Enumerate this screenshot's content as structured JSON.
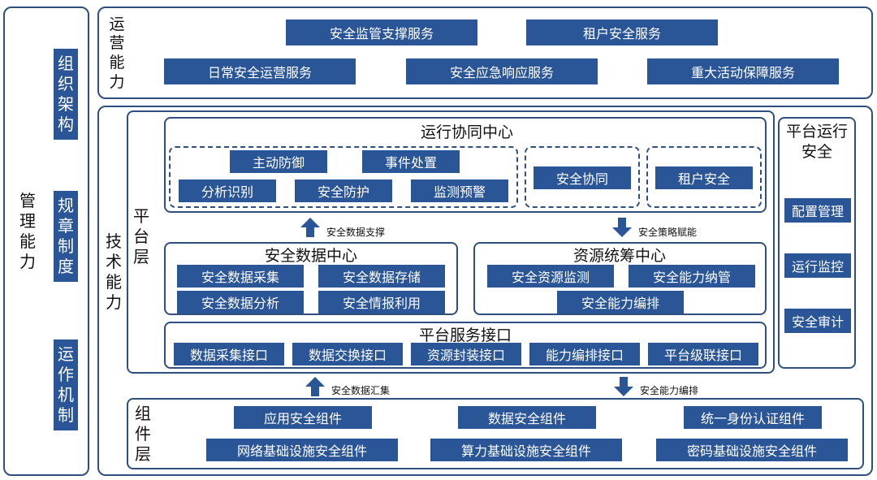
{
  "left_column": {
    "title": "管\n理\n能\n力",
    "org_label": "组\n织\n架\n构",
    "rules_label": "规\n章\n制\n度",
    "ops_label": "运\n作\n机\n制"
  },
  "ops": {
    "title": "运\n营\n能\n力",
    "services": [
      "安全监管支撑服务",
      "租户安全服务",
      "日常安全运营服务",
      "安全应急响应服务",
      "重大活动保障服务"
    ]
  },
  "tech": {
    "title": "技\n术\n能\n力",
    "platform_label": "平\n台\n层",
    "component_label": "组\n件\n层"
  },
  "coordination": {
    "title": "运行协同中心",
    "group_a": [
      "主动防御",
      "事件处置",
      "分析识别",
      "安全防护",
      "监测预警"
    ],
    "group_b": "安全协同",
    "group_c": "租户安全"
  },
  "arrows": {
    "data_support": "安全数据支撑",
    "strategy_enable": "安全策略赋能",
    "data_collect": "安全数据汇集",
    "capability_orchestrate": "安全能力编排"
  },
  "data_center": {
    "title": "安全数据中心",
    "items": [
      "安全数据采集",
      "安全数据存储",
      "安全数据分析",
      "安全情报利用"
    ]
  },
  "resource_center": {
    "title": "资源统筹中心",
    "items": [
      "安全资源监测",
      "安全能力纳管",
      "安全能力编排"
    ]
  },
  "interfaces": {
    "title": "平台服务接口",
    "items": [
      "数据采集接口",
      "数据交换接口",
      "资源封装接口",
      "能力编排接口",
      "平台级联接口"
    ]
  },
  "platform_security": {
    "title": "平台运行\n安全",
    "items": [
      "配置管理",
      "运行监控",
      "安全审计"
    ]
  },
  "components": {
    "items": [
      "应用安全组件",
      "数据安全组件",
      "统一身份认证组件",
      "网络基础设施安全组件",
      "算力基础设施安全组件",
      "密码基础设施安全组件"
    ]
  },
  "colors": {
    "box": "#2a5597",
    "border": "#2f4f7f"
  }
}
